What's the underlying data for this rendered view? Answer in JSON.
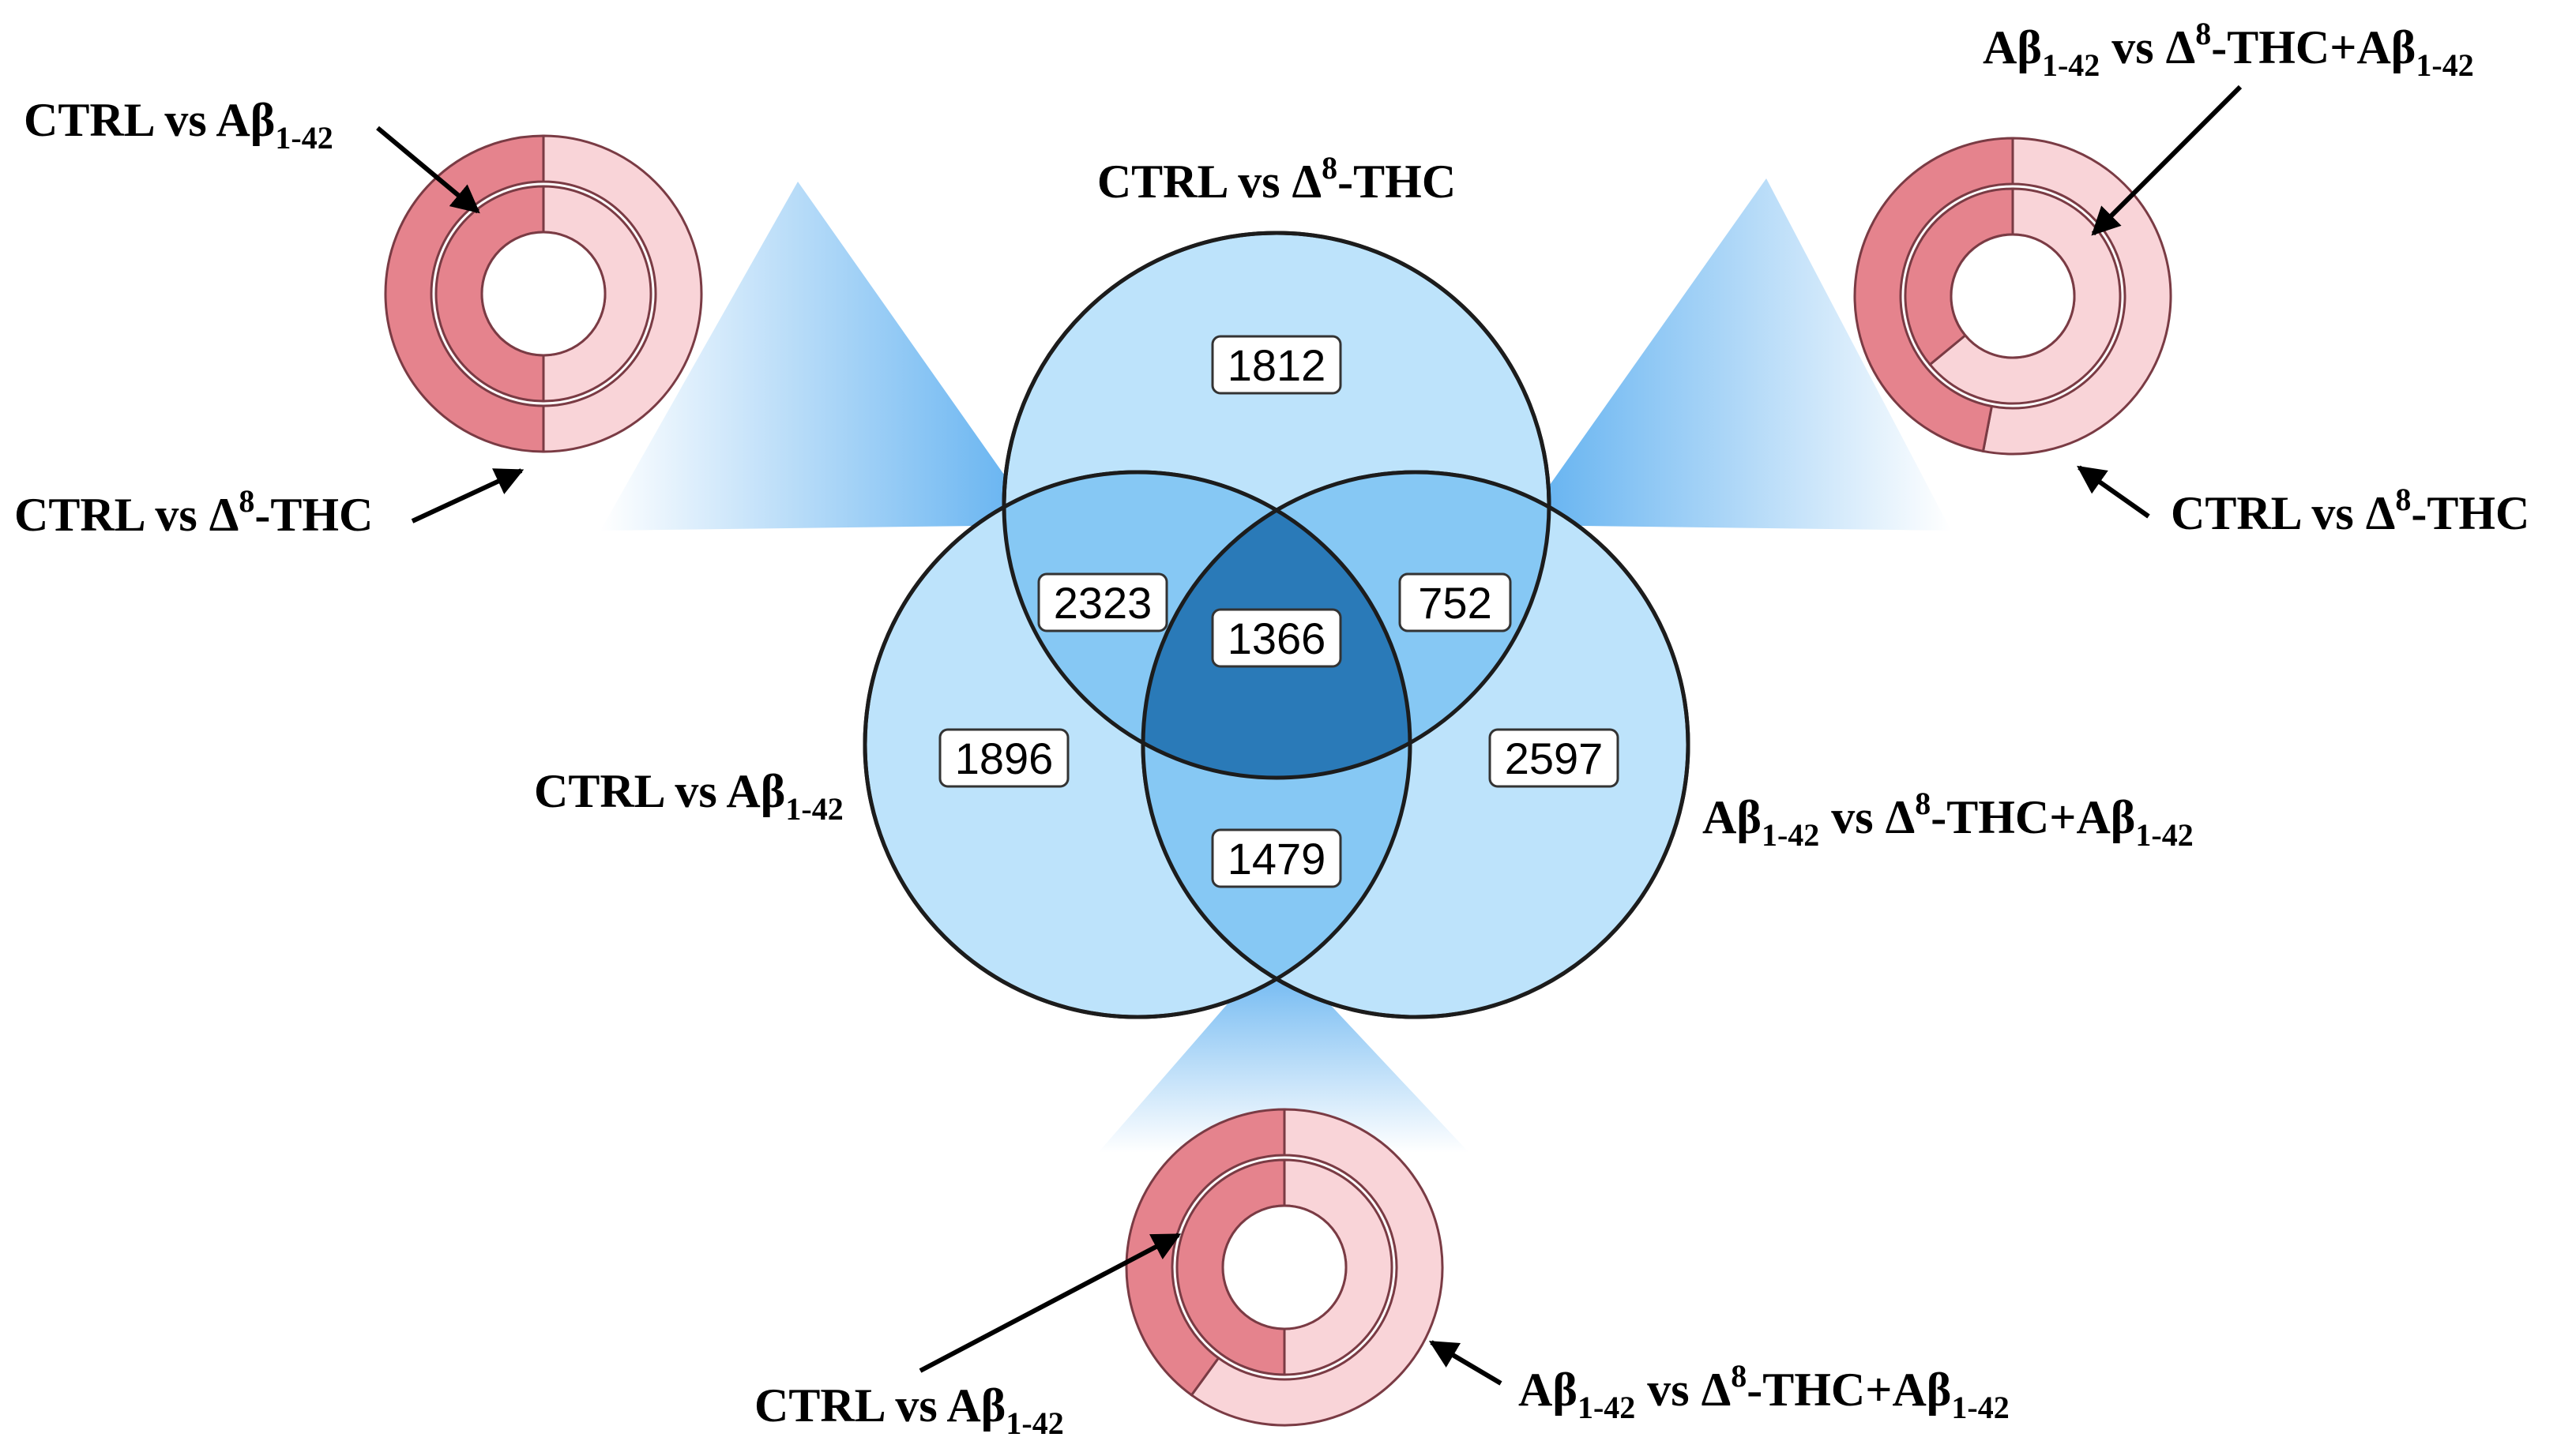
{
  "colors": {
    "circle_fill": "#bde3fb",
    "pair_fill": "#86c8f4",
    "triple_fill": "#2a7ab8",
    "cone_color": "#5fb0f0",
    "donut_dark": "#e5838d",
    "donut_light": "#f9d4d8"
  },
  "venn": {
    "sets": {
      "top": {
        "label_main": "CTRL vs Δ",
        "label_sup": "8",
        "label_rest": "-THC"
      },
      "left": {
        "label_main": "CTRL vs Aβ",
        "label_sub": "1-42"
      },
      "right": {
        "a_main": "Aβ",
        "a_sub": "1-42",
        "b_main": " vs Δ",
        "b_sup": "8",
        "b_main2": "-THC+Aβ",
        "b_sub": "1-42"
      }
    },
    "counts": {
      "top_only": "1812",
      "left_only": "1896",
      "right_only": "2597",
      "top_left": "2323",
      "top_right": "752",
      "left_right": "1479",
      "all_three": "1366"
    }
  },
  "donuts": {
    "top_left": {
      "outer_dark_fraction": 0.5,
      "inner_dark_fraction": 0.5,
      "inner_label": {
        "main": "CTRL vs Aβ",
        "sub": "1-42"
      },
      "outer_label": {
        "main": "CTRL vs Δ",
        "sup": "8",
        "rest": "-THC"
      }
    },
    "top_right": {
      "outer_dark_fraction": 0.47,
      "inner_dark_fraction": 0.36,
      "inner_label": {
        "a_main": "Aβ",
        "a_sub": "1-42",
        "b_main": " vs Δ",
        "b_sup": "8",
        "b_main2": "-THC+Aβ",
        "b_sub": "1-42"
      },
      "outer_label": {
        "main": "CTRL vs Δ",
        "sup": "8",
        "rest": "-THC"
      }
    },
    "bottom": {
      "outer_dark_fraction": 0.4,
      "inner_dark_fraction": 0.5,
      "inner_label": {
        "main": "CTRL vs Aβ",
        "sub": "1-42"
      },
      "outer_label": {
        "a_main": "Aβ",
        "a_sub": "1-42",
        "b_main": " vs Δ",
        "b_sup": "8",
        "b_main2": "-THC+Aβ",
        "b_sub": "1-42"
      }
    }
  }
}
